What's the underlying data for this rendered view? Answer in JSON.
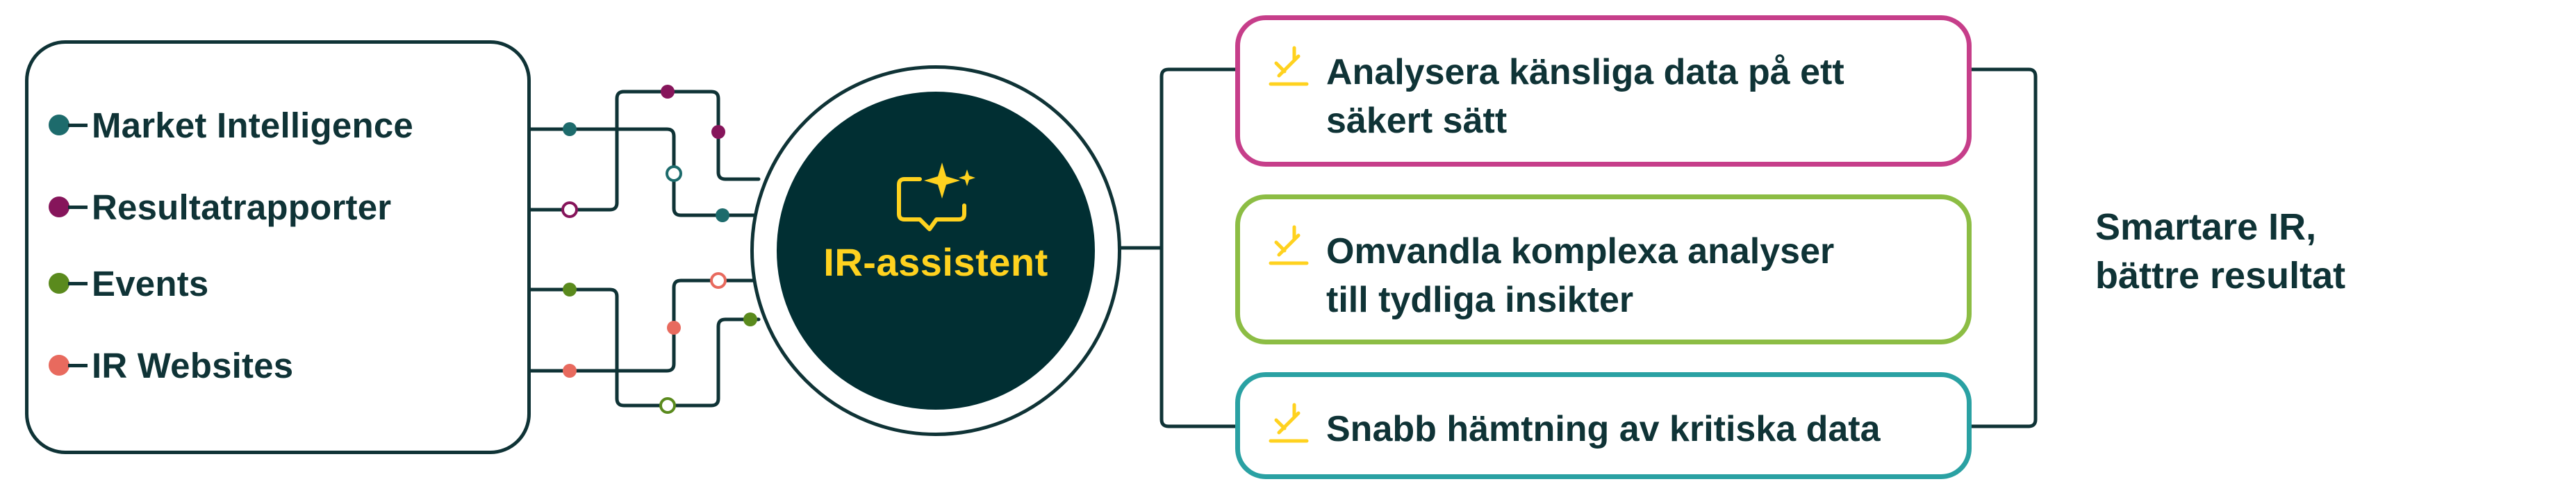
{
  "sources": [
    {
      "label": "Market Intelligence",
      "color": "#1d6b6c"
    },
    {
      "label": "Resultatrapporter",
      "color": "#86155b"
    },
    {
      "label": "Events",
      "color": "#5a8a1d"
    },
    {
      "label": "IR Websites",
      "color": "#e86a5e"
    }
  ],
  "hub": {
    "label": "IR-assistent",
    "icon": "chat-sparkle-icon",
    "accent": "#ffd21f",
    "fill": "#012f33"
  },
  "benefits": [
    {
      "lines": [
        "Analysera känsliga data på ett",
        "säkert sätt"
      ],
      "color": "#c63e8a",
      "icon": "spark-icon"
    },
    {
      "lines": [
        "Omvandla komplexa analyser",
        "till tydliga insikter"
      ],
      "color": "#8cbd44",
      "icon": "spark-icon"
    },
    {
      "lines": [
        "Snabb hämtning av kritiska data"
      ],
      "color": "#2aa1a3",
      "icon": "spark-icon"
    }
  ],
  "outcome": {
    "lines": [
      "Smartare IR,",
      "bättre resultat"
    ]
  },
  "colors": {
    "ink": "#0f3336",
    "spark": "#ffd21f"
  }
}
